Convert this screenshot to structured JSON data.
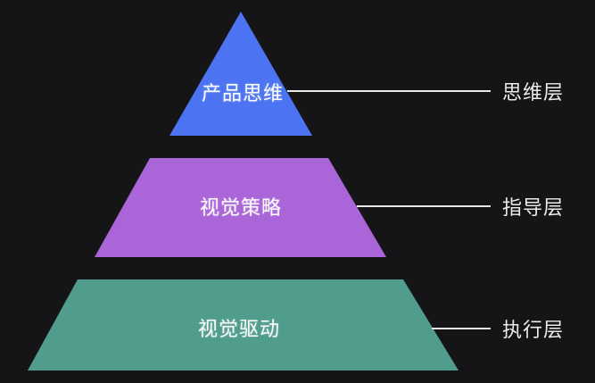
{
  "diagram": {
    "type": "pyramid",
    "background_color": "#151517",
    "connector_color": "#e9e9e9",
    "text_color": "#fdfdfd",
    "layers": [
      {
        "name": "产品思维",
        "annotation": "思维层",
        "color": "#4c74f2"
      },
      {
        "name": "视觉策略",
        "annotation": "指导层",
        "color": "#aa65d8"
      },
      {
        "name": "视觉驱动",
        "annotation": "执行层",
        "color": "#509d8d"
      }
    ]
  }
}
